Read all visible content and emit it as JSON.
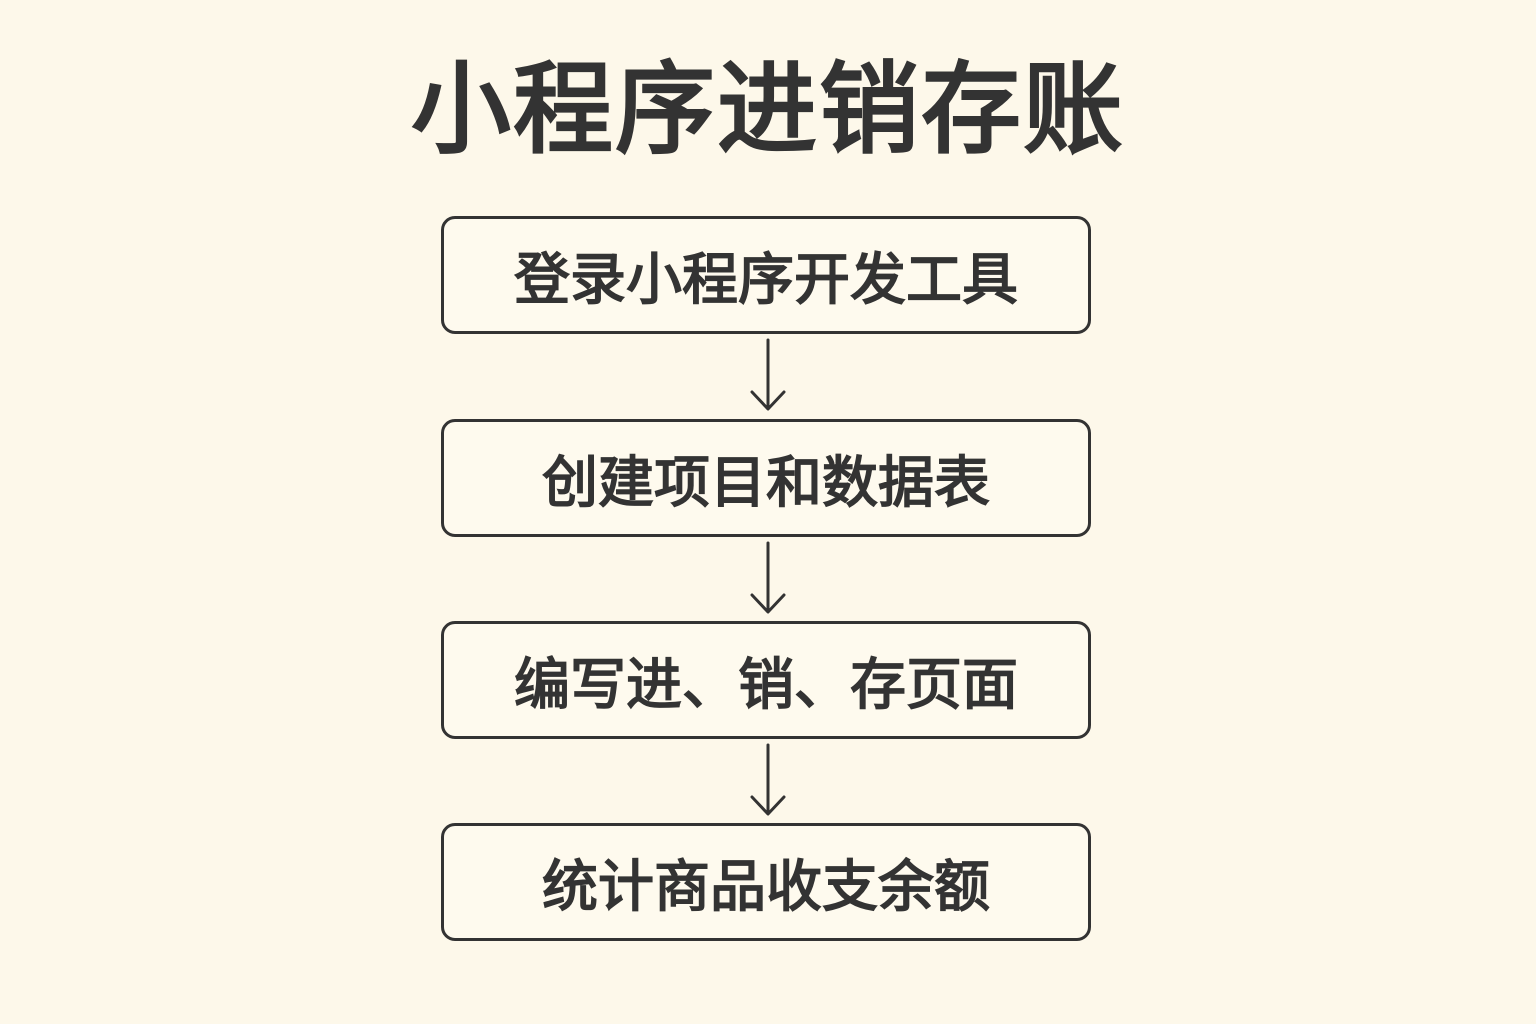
{
  "title": "小程序进销存账",
  "steps": [
    {
      "label": "登录小程序开发工具"
    },
    {
      "label": "创建项目和数据表"
    },
    {
      "label": "编写进、销、存页面"
    },
    {
      "label": "统计商品收支余额"
    }
  ],
  "colors": {
    "background": "#fdf8ea",
    "stroke": "#333333"
  }
}
